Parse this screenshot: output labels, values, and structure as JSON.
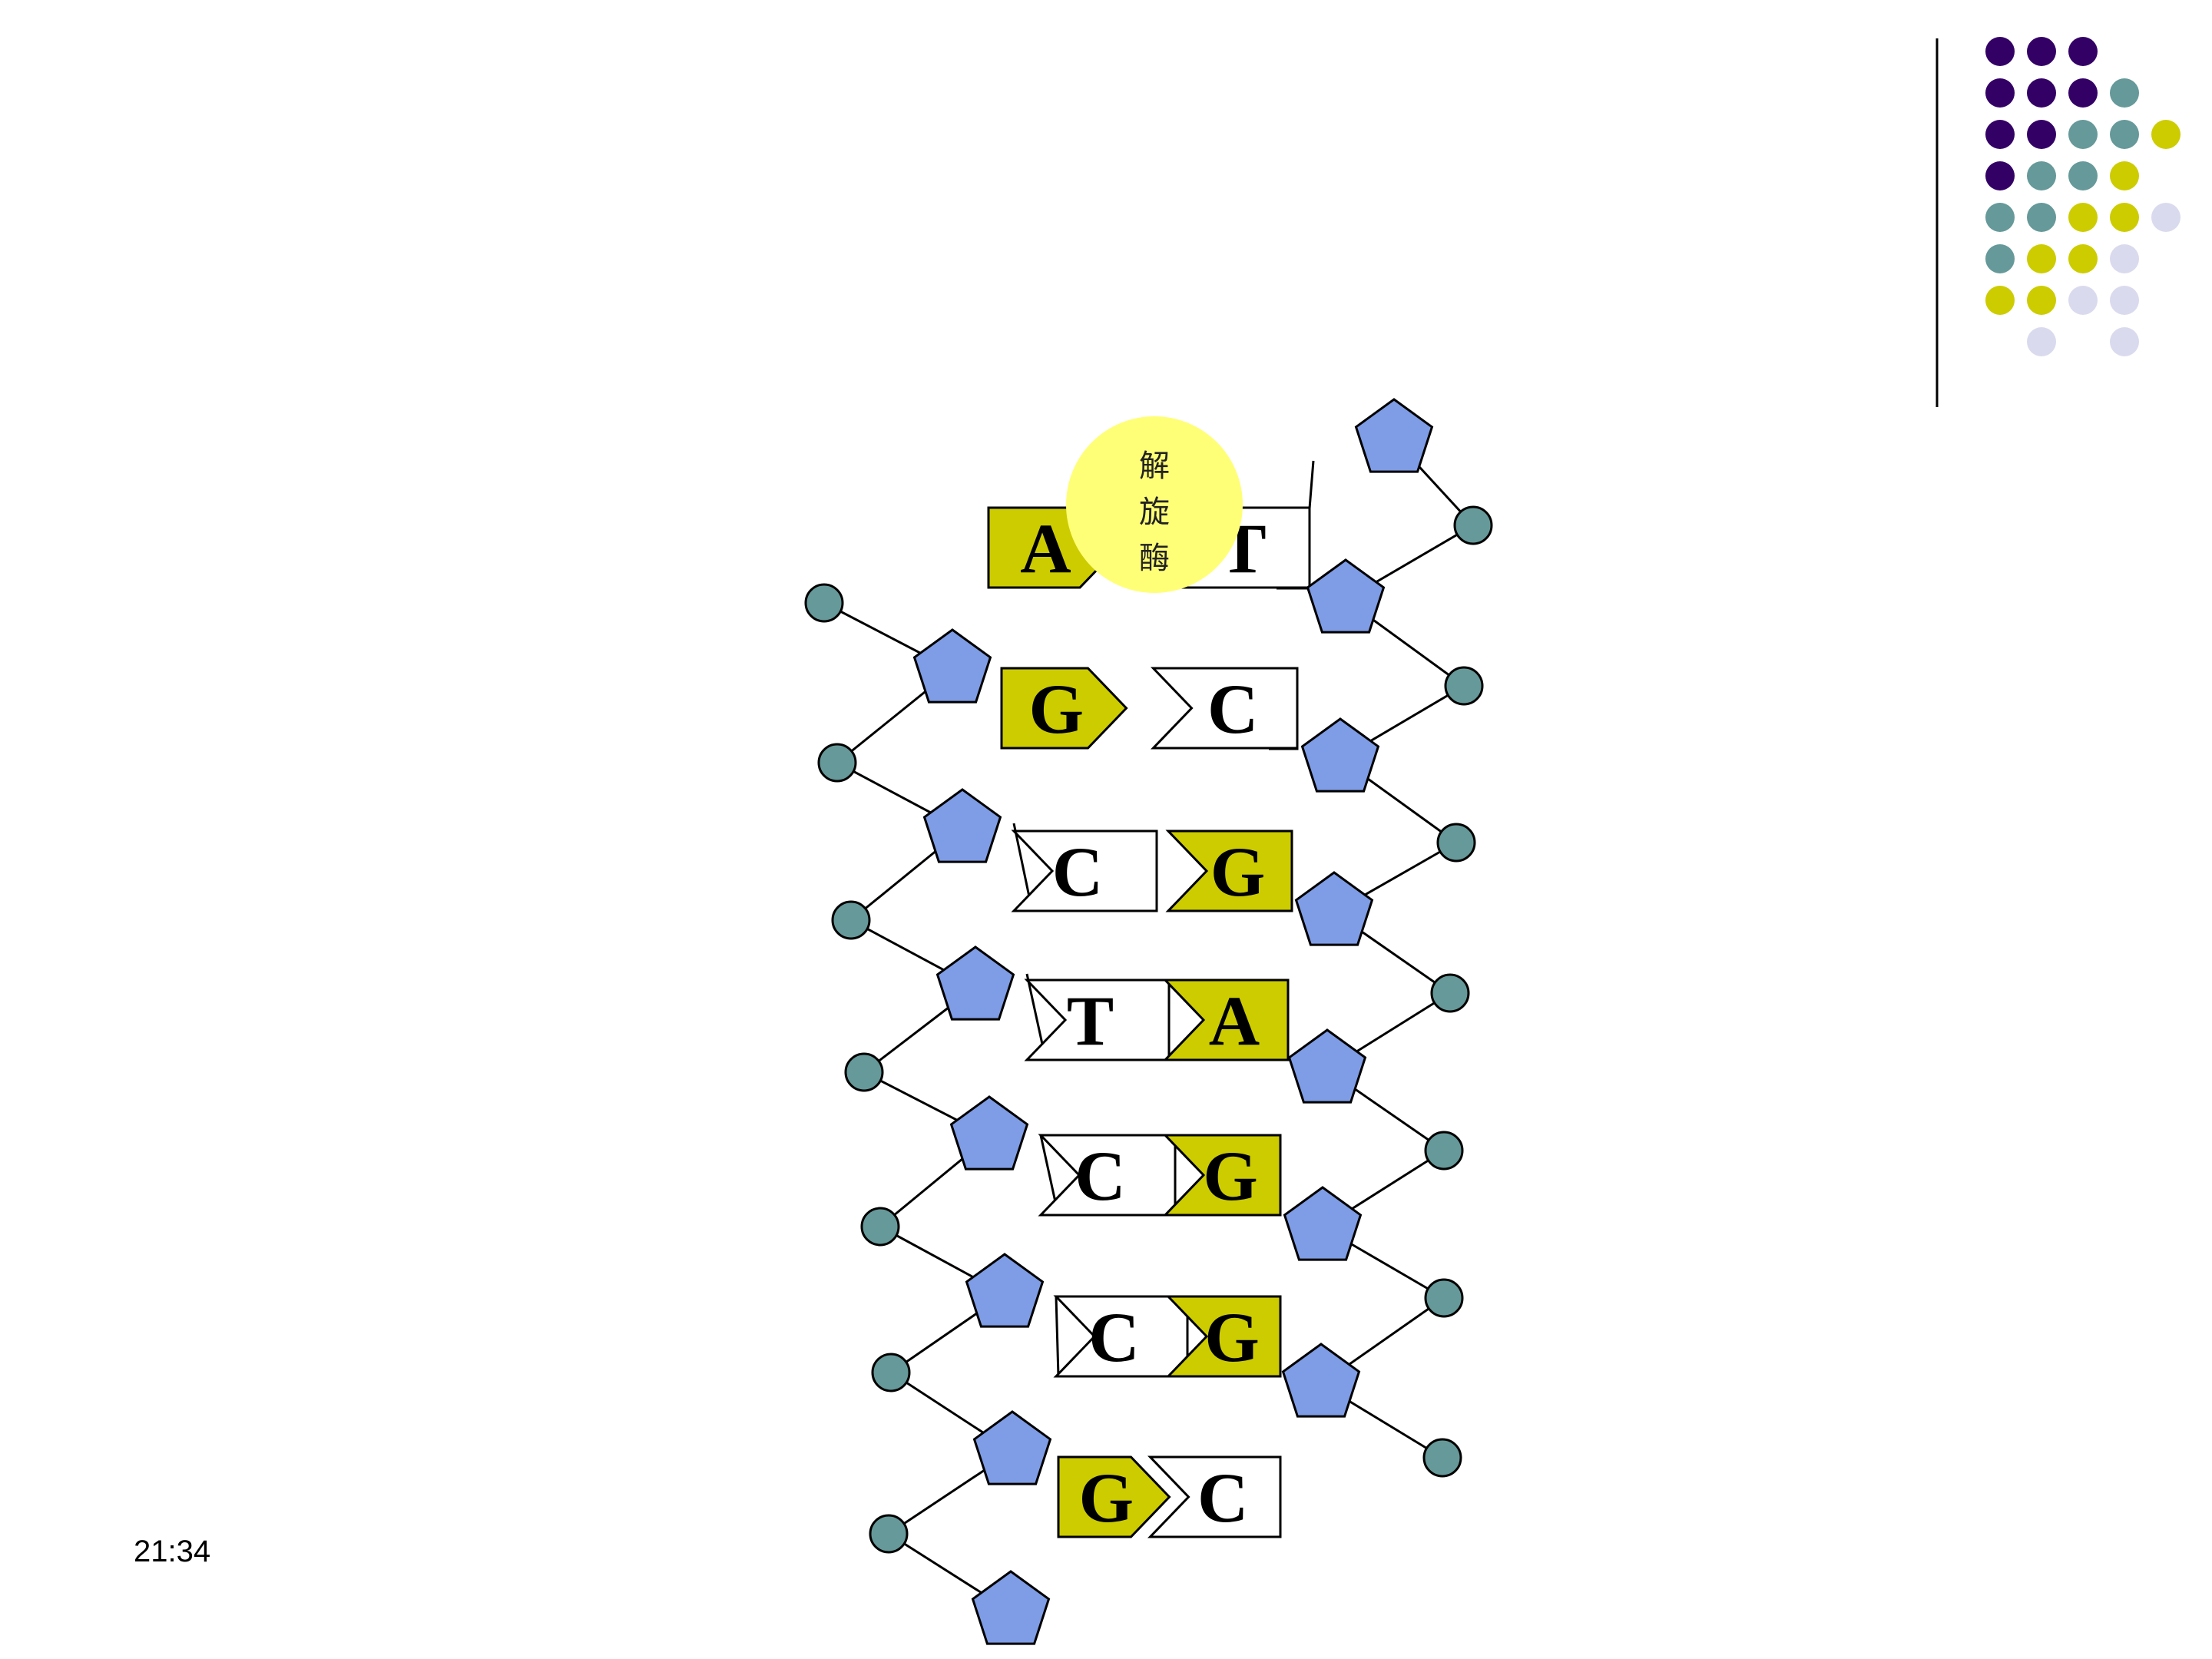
{
  "timestamp": "21:34",
  "colors": {
    "purple": "#330066",
    "teal": "#669999",
    "olive": "#cccc00",
    "lavender": "#dadaee",
    "phosphate": "#669999",
    "sugar": "#7f9de6",
    "enzyme": "#ffff77",
    "base_colored": "#cccc00",
    "base_white": "#ffffff"
  },
  "enzyme": {
    "chars": [
      "解",
      "旋",
      "酶"
    ]
  },
  "base_pairs": [
    {
      "left": "A",
      "right": "T",
      "left_colored": true
    },
    {
      "left": "G",
      "right": "C",
      "left_colored": true
    },
    {
      "left": "C",
      "right": "G",
      "left_colored": false
    },
    {
      "left": "T",
      "right": "A",
      "left_colored": false
    },
    {
      "left": "C",
      "right": "G",
      "left_colored": false
    },
    {
      "left": "C",
      "right": "G",
      "left_colored": false
    },
    {
      "left": "G",
      "right": "C",
      "left_colored": true
    }
  ],
  "dot_grid": [
    [
      "purple",
      "purple",
      "purple",
      null,
      null
    ],
    [
      "purple",
      "purple",
      "purple",
      "teal",
      null
    ],
    [
      "purple",
      "purple",
      "teal",
      "teal",
      "olive"
    ],
    [
      "purple",
      "teal",
      "teal",
      "olive",
      null
    ],
    [
      "teal",
      "teal",
      "olive",
      "olive",
      "lavender"
    ],
    [
      "teal",
      "olive",
      "olive",
      "lavender",
      null
    ],
    [
      "olive",
      "olive",
      "lavender",
      "lavender",
      null
    ],
    [
      null,
      "lavender",
      null,
      "lavender",
      null
    ]
  ]
}
